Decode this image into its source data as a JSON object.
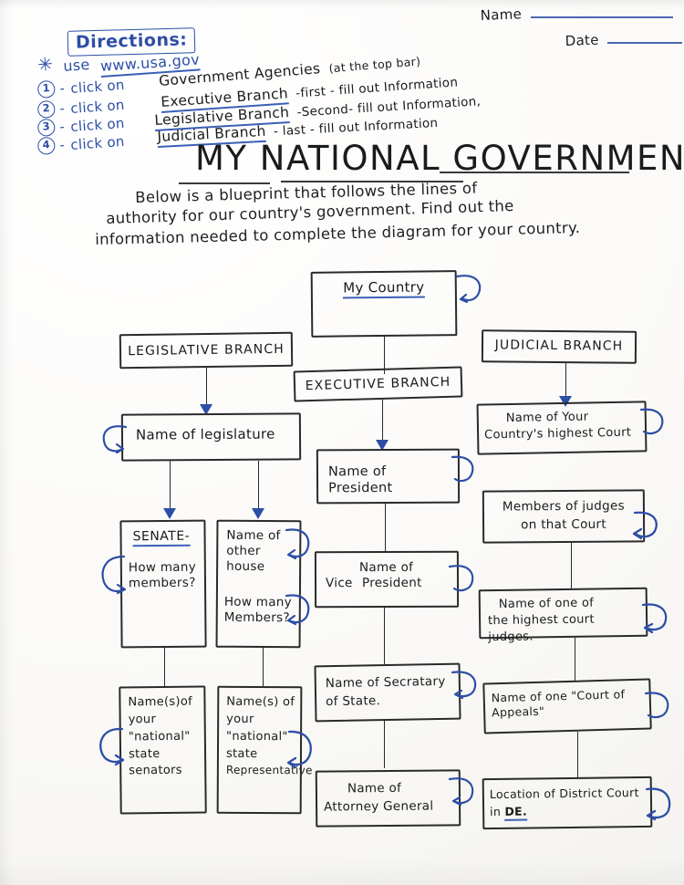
{
  "header": {
    "name_label": "Name",
    "date_label": "Date"
  },
  "directions": {
    "heading": "Directions:",
    "bullet_marker": "✳",
    "site_prefix": "use",
    "site_url": "www.usa.gov",
    "steps": [
      {
        "num": "1",
        "prefix": "click on",
        "link": "Government Agencies",
        "suffix": "(at the top bar)"
      },
      {
        "num": "2",
        "prefix": "click on",
        "link": "Executive Branch",
        "suffix": "-first - fill out Information"
      },
      {
        "num": "3",
        "prefix": "click on",
        "link": "Legislative Branch",
        "suffix": "-Second- fill out Information,"
      },
      {
        "num": "4",
        "prefix": "click on",
        "link": "Judicial Branch",
        "suffix": "- last - fill out Information"
      }
    ]
  },
  "title": "MY NATIONAL GOVERNMENT",
  "intro": {
    "lines": [
      "Below is a blueprint that follows the lines of",
      "authority for our country's government. Find out the",
      "information needed to complete the diagram for your country."
    ]
  },
  "chart_data": {
    "type": "diagram",
    "title": "MY NATIONAL GOVERNMENT",
    "root": "My Country",
    "branches": [
      "LEGISLATIVE BRANCH",
      "EXECUTIVE BRANCH",
      "JUDICIAL BRANCH"
    ],
    "nodes": [
      {
        "id": "my-country",
        "label": "My Country",
        "column": "center",
        "underline": "blue"
      },
      {
        "id": "legislative",
        "label": "LEGISLATIVE BRANCH",
        "column": "left"
      },
      {
        "id": "executive",
        "label": "EXECUTIVE BRANCH",
        "column": "center"
      },
      {
        "id": "judicial",
        "label": "JUDICIAL BRANCH",
        "column": "right"
      },
      {
        "id": "legislature-name",
        "label": "Name of legislature",
        "column": "left"
      },
      {
        "id": "senate",
        "label": "SENATE-",
        "column": "left",
        "underline": "blue",
        "sub": "How many members?"
      },
      {
        "id": "other-house",
        "label": "Name of other house",
        "column": "left",
        "sub": "How many members?"
      },
      {
        "id": "state-senators",
        "label": "Name(s) of your \"national\" state senators",
        "column": "left"
      },
      {
        "id": "state-reps",
        "label": "Name(s) of your \"national\" state Representative",
        "column": "left"
      },
      {
        "id": "president",
        "label": "Name of President",
        "column": "center"
      },
      {
        "id": "vice-president",
        "label": "Name of Vice President",
        "column": "center"
      },
      {
        "id": "secretary-state",
        "label": "Name of Secratary of State.",
        "column": "center"
      },
      {
        "id": "attorney-general",
        "label": "Name of Attorney General",
        "column": "center"
      },
      {
        "id": "highest-court",
        "label": "Name of Your Country's highest Court",
        "column": "right"
      },
      {
        "id": "court-members",
        "label": "Members of judges on that Court",
        "column": "right"
      },
      {
        "id": "court-judge",
        "label": "Name of one of the highest court judges.",
        "column": "right"
      },
      {
        "id": "court-appeals",
        "label": "Name of one \"Court of Appeals\"",
        "column": "right"
      },
      {
        "id": "district-court",
        "label": "Location of District Court in DE.",
        "column": "right",
        "underline": "blue"
      }
    ]
  },
  "boxes": {
    "my_country": "My Country",
    "legislative_branch": "LEGISLATIVE BRANCH",
    "executive_branch": "EXECUTIVE BRANCH",
    "judicial_branch": "JUDICIAL BRANCH",
    "legislature_name": "Name of legislature",
    "senate_title": "SENATE-",
    "senate_members": "How many members?",
    "other_house_l1": "Name of",
    "other_house_l2": "other house",
    "other_house_members_l1": "How many",
    "other_house_members_l2": "Members?",
    "state_senators_l1": "Name(s)of",
    "state_senators_l2": "your",
    "state_senators_l3": "\"national\"",
    "state_senators_l4": "state senators",
    "state_reps_l1": "Name(s) of",
    "state_reps_l2": "your",
    "state_reps_l3": "\"national\"",
    "state_reps_l4": "state",
    "state_reps_l5": "Representative",
    "president": "Name of President",
    "vice_president_l1": "Name of",
    "vice_president_l2": "Vice",
    "vice_president_l3": "President",
    "secretary_l1": "Name of Secratary",
    "secretary_l2": "of State.",
    "attorney_l1": "Name of",
    "attorney_l2": "Attorney General",
    "highest_court_l1": "Name of Your",
    "highest_court_l2": "Country's highest Court",
    "court_members_l1": "Members of judges",
    "court_members_l2": "on that Court",
    "court_judge_l1": "Name of one of",
    "court_judge_l2": "the highest court judges.",
    "court_appeals": "Name of one \"Court of Appeals\"",
    "district_court_l1": "Location of District Court",
    "district_court_l2_pre": "in ",
    "district_court_l2_state": "DE."
  },
  "colors": {
    "ink_blue": "#2c4ea6",
    "ink_black": "#1b1b1b",
    "paper": "#fbfbf9"
  }
}
